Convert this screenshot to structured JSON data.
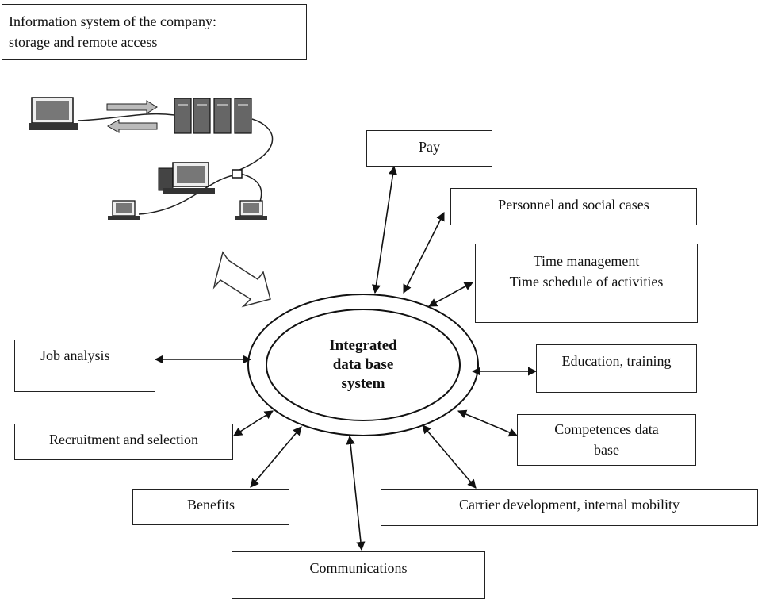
{
  "title_box": {
    "line1": "Information system of the company:",
    "line2": "storage and remote access"
  },
  "center": {
    "line1": "Integrated",
    "line2": "data base",
    "line3": "system"
  },
  "modules": {
    "pay": "Pay",
    "personnel": "Personnel and social cases",
    "time_line1": "Time management",
    "time_line2": "Time schedule of activities",
    "education": "Education, training",
    "competences_line1": "Competences data",
    "competences_line2": "base",
    "carrier": "Carrier development, internal mobility",
    "communications": "Communications",
    "benefits": "Benefits",
    "recruitment": "Recruitment and selection",
    "job_analysis": "Job analysis"
  },
  "icons": [
    "desktop-computer-icon",
    "server-rack-icon",
    "laptop-icon",
    "network-hub-icon",
    "transfer-arrows-icon",
    "double-arrow-icon"
  ]
}
